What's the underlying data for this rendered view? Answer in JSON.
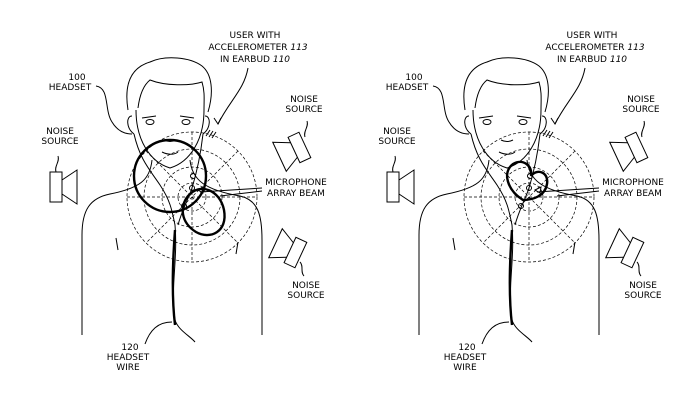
{
  "figures": [
    {
      "user_label": {
        "line1": "USER WITH",
        "line2": "ACCELEROMETER ",
        "line2_ref": "113",
        "line3": "IN EARBUD ",
        "line3_ref": "110"
      },
      "headset_label": {
        "ref": "100",
        "text": "HEADSET"
      },
      "noise_left": {
        "line1": "NOISE",
        "line2": "SOURCE"
      },
      "noise_top_right": {
        "line1": "NOISE",
        "line2": "SOURCE"
      },
      "noise_bottom_right": {
        "line1": "NOISE",
        "line2": "SOURCE"
      },
      "beam_label": {
        "line1": "MICROPHONE",
        "line2": "ARRAY BEAM"
      },
      "wire_label": {
        "ref": "120",
        "line1": "HEADSET",
        "line2": "WIRE"
      }
    },
    {
      "user_label": {
        "line1": "USER WITH",
        "line2": "ACCELEROMETER ",
        "line2_ref": "113",
        "line3": "IN EARBUD ",
        "line3_ref": "110"
      },
      "headset_label": {
        "ref": "100",
        "text": "HEADSET"
      },
      "noise_left": {
        "line1": "NOISE",
        "line2": "SOURCE"
      },
      "noise_top_right": {
        "line1": "NOISE",
        "line2": "SOURCE"
      },
      "noise_bottom_right": {
        "line1": "NOISE",
        "line2": "SOURCE"
      },
      "beam_label": {
        "line1": "MICROPHONE",
        "line2": "ARRAY BEAM"
      },
      "wire_label": {
        "ref": "120",
        "line1": "HEADSET",
        "line2": "WIRE"
      }
    }
  ]
}
